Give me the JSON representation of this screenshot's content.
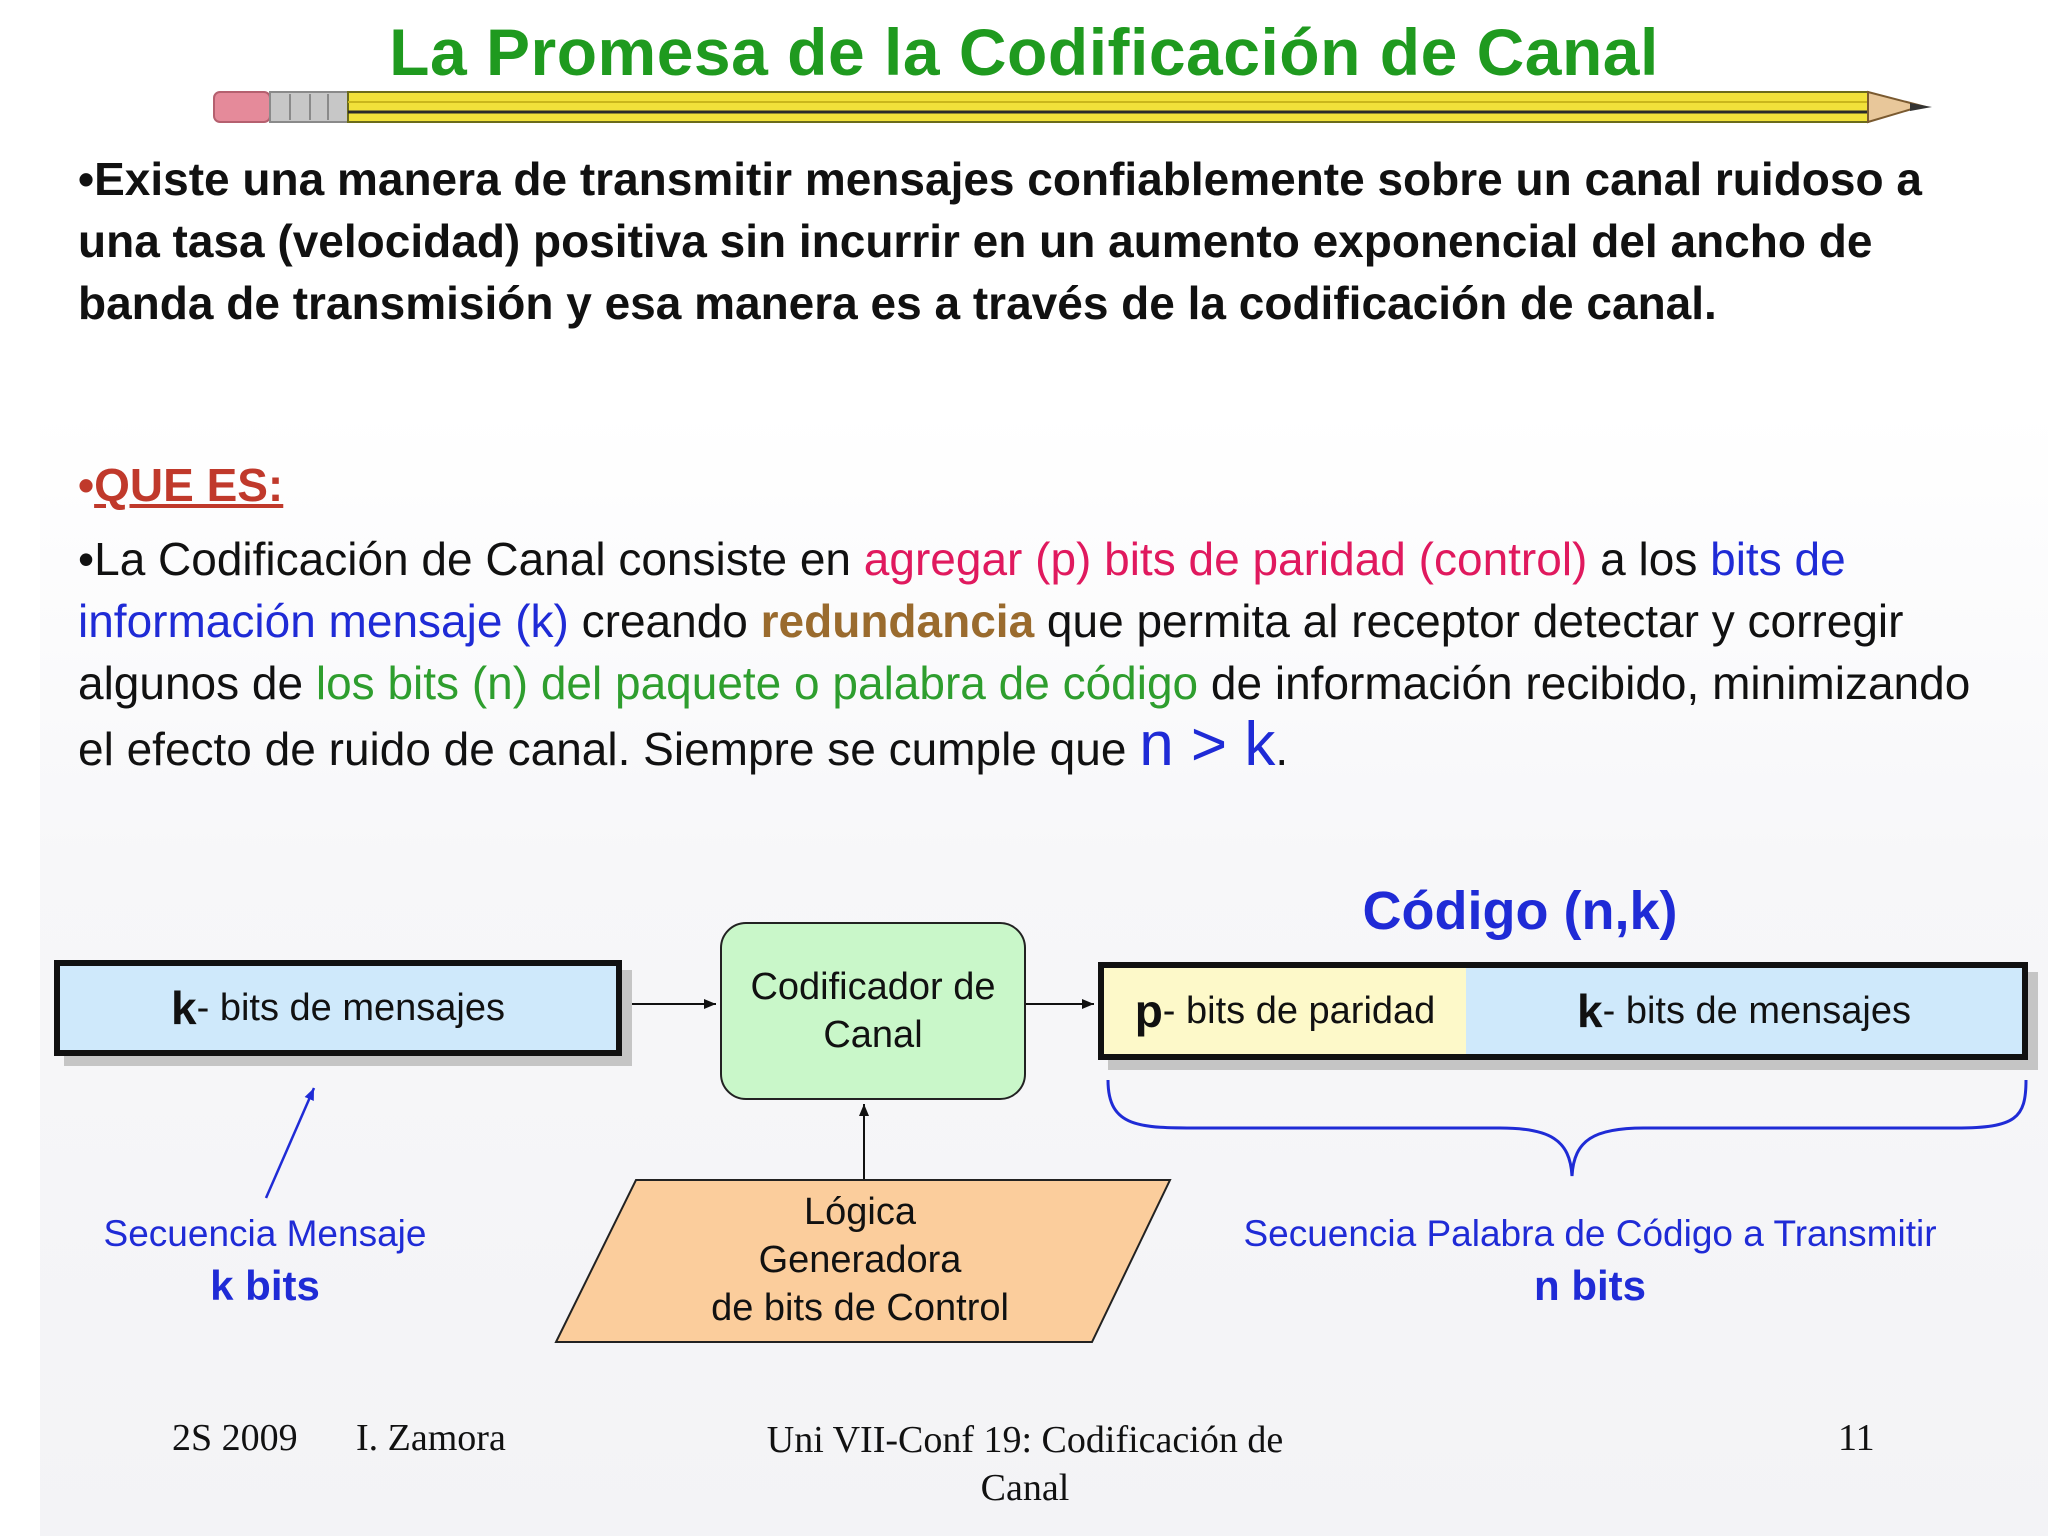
{
  "title": "La Promesa de la Codificación de Canal",
  "paragraph1": "•Existe una manera de transmitir mensajes confiablemente sobre un canal ruidoso a una tasa (velocidad) positiva sin incurrir en un aumento exponencial del ancho de banda de transmisión y esa manera es a través de la codificación de canal.",
  "section": {
    "bullet": "•",
    "heading": "QUE ES:"
  },
  "paragraph2": {
    "s1": "•La Codificación de Canal consiste en ",
    "s2": "agregar (p) bits de paridad (control)",
    "s3": " a los ",
    "s4": "bits de información mensaje (k)",
    "s5": " creando ",
    "s6": "redundancia",
    "s7": " que permita al receptor detectar y corregir algunos de ",
    "s8": "los bits (n) del paquete o palabra de código",
    "s9": " de información recibido, minimizando el efecto de ruido de canal. Siempre se cumple que ",
    "s10": "n > k",
    "s11": "."
  },
  "diagram": {
    "message_box": {
      "letter": "k",
      "text": "- bits de mensajes"
    },
    "encoder": {
      "line1": "Codificador de",
      "line2": "Canal"
    },
    "code_title": "Código (n,k)",
    "parity_seg": {
      "letter": "p",
      "text": "- bits de paridad"
    },
    "message_seg": {
      "letter": "k",
      "text": "- bits de mensajes"
    },
    "logic": {
      "line1": "Lógica",
      "line2": "Generadora",
      "line3": "de bits de Control"
    },
    "left_label": {
      "line1": "Secuencia Mensaje",
      "line2": "k bits"
    },
    "right_label": {
      "line1": "Secuencia Palabra de Código a Transmitir",
      "line2": "n bits"
    }
  },
  "footer": {
    "semester": "2S 2009",
    "author": "I. Zamora",
    "course_line1": "Uni VII-Conf 19: Codificación de",
    "course_line2": "Canal",
    "page": "11"
  },
  "colors": {
    "title": "#1f9a1f",
    "heading": "#c0392b",
    "pink": "#e0195e",
    "blue": "#1f2bd6",
    "brown": "#9a6b2e",
    "green": "#2e9e2e",
    "message_fill": "#cfe9fb",
    "parity_fill": "#fdf9c9",
    "encoder_fill": "#c9f7c9",
    "logic_fill": "#fbcd9c"
  }
}
